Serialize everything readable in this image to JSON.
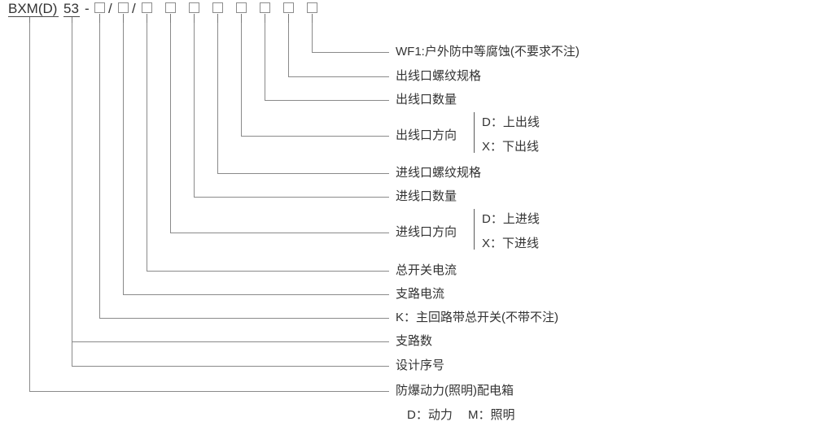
{
  "header": {
    "prefix": "BXM(D)",
    "series": "53",
    "dash": "-",
    "slash": "/",
    "box_placeholder": "□",
    "box_count": 10,
    "slash_after_slots": [
      1,
      2
    ]
  },
  "labels": [
    {
      "id": "wf1",
      "text": "WF1:户外防中等腐蚀(不要求不注)"
    },
    {
      "id": "outlet-thread",
      "text": "出线口螺纹规格"
    },
    {
      "id": "outlet-qty",
      "text": "出线口数量"
    },
    {
      "id": "outlet-dir",
      "text": "出线口方向"
    },
    {
      "id": "inlet-thread",
      "text": "进线口螺纹规格"
    },
    {
      "id": "inlet-qty",
      "text": "进线口数量"
    },
    {
      "id": "inlet-dir",
      "text": "进线口方向"
    },
    {
      "id": "main-current",
      "text": "总开关电流"
    },
    {
      "id": "branch-current",
      "text": "支路电流"
    },
    {
      "id": "main-switch",
      "text": "K：主回路带总开关(不带不注)"
    },
    {
      "id": "branch-count",
      "text": "支路数"
    },
    {
      "id": "design-seq",
      "text": "设计序号"
    },
    {
      "id": "product-name",
      "text": "防爆动力(照明)配电箱"
    }
  ],
  "outlet_direction_options": [
    {
      "code": "D",
      "text": "D：上出线"
    },
    {
      "code": "X",
      "text": "X：下出线"
    }
  ],
  "inlet_direction_options": [
    {
      "code": "D",
      "text": "D：上进线"
    },
    {
      "code": "X",
      "text": "X：下进线"
    }
  ],
  "product_type_note": "D：动力　 M：照明",
  "colors": {
    "text": "#333333",
    "line": "#8a8a8a",
    "box_border": "#8c8c8c",
    "background": "#ffffff"
  }
}
